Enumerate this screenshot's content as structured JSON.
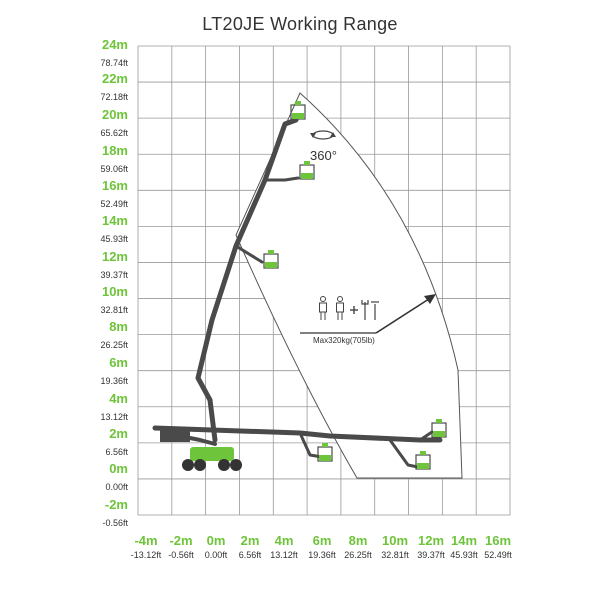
{
  "title": "LT20JE  Working Range",
  "y_labels": [
    {
      "m": "24m",
      "ft": "78.74ft"
    },
    {
      "m": "22m",
      "ft": "72.18ft"
    },
    {
      "m": "20m",
      "ft": "65.62ft"
    },
    {
      "m": "18m",
      "ft": "59.06ft"
    },
    {
      "m": "16m",
      "ft": "52.49ft"
    },
    {
      "m": "14m",
      "ft": "45.93ft"
    },
    {
      "m": "12m",
      "ft": "39.37ft"
    },
    {
      "m": "10m",
      "ft": "32.81ft"
    },
    {
      "m": "8m",
      "ft": "26.25ft"
    },
    {
      "m": "6m",
      "ft": "19.36ft"
    },
    {
      "m": "4m",
      "ft": "13.12ft"
    },
    {
      "m": "2m",
      "ft": "6.56ft"
    },
    {
      "m": "0m",
      "ft": "0.00ft"
    },
    {
      "m": "-2m",
      "ft": "-0.56ft"
    }
  ],
  "x_labels": [
    {
      "m": "-4m",
      "ft": "-13.12ft"
    },
    {
      "m": "-2m",
      "ft": "-0.56ft"
    },
    {
      "m": "0m",
      "ft": "0.00ft"
    },
    {
      "m": "2m",
      "ft": "6.56ft"
    },
    {
      "m": "4m",
      "ft": "13.12ft"
    },
    {
      "m": "6m",
      "ft": "19.36ft"
    },
    {
      "m": "8m",
      "ft": "26.25ft"
    },
    {
      "m": "10m",
      "ft": "32.81ft"
    },
    {
      "m": "12m",
      "ft": "39.37ft"
    },
    {
      "m": "14m",
      "ft": "45.93ft"
    },
    {
      "m": "16m",
      "ft": "52.49ft"
    }
  ],
  "rotation_label": "360°",
  "capacity_label": "Max320kg(705lb)",
  "colors": {
    "accent": "#6ec43a",
    "boom": "#4a4a4a",
    "grid": "#999999"
  },
  "icons": [
    "rotation-icon",
    "two-workers-icon",
    "plus-icon",
    "tools-icon"
  ]
}
